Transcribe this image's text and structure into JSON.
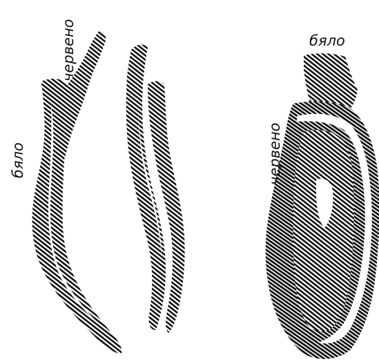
{
  "figure": {
    "labels": {
      "left_white": "бяло",
      "left_red": "червено",
      "right_white": "бяло",
      "right_red": "червено"
    },
    "colors": {
      "ink": "#111111",
      "paper": "#ffffff"
    },
    "style": "diagonal hatching, black ink on white"
  }
}
